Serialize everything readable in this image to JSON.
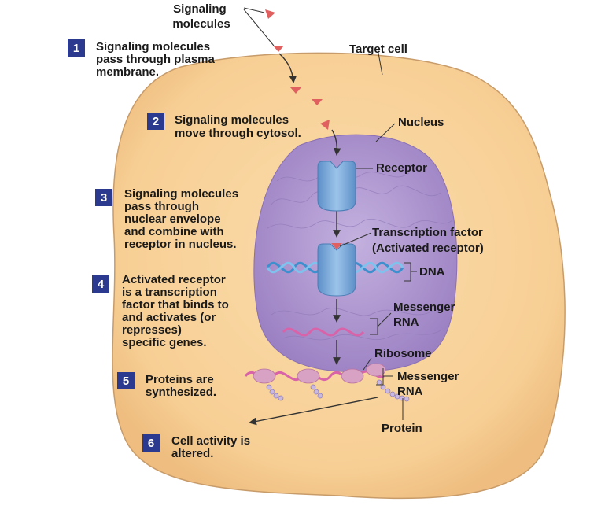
{
  "labels": {
    "signaling": [
      "Signaling",
      "molecules"
    ],
    "target_cell": "Target cell",
    "nucleus": "Nucleus",
    "receptor": "Receptor",
    "transcription_factor": [
      "Transcription factor",
      "(Activated receptor)"
    ],
    "dna": "DNA",
    "mrna_nucleus": [
      "Messenger",
      "RNA"
    ],
    "ribosome": "Ribosome",
    "mrna_cytosol": [
      "Messenger",
      "RNA"
    ],
    "protein": "Protein"
  },
  "steps": [
    {
      "num": "1",
      "lines": [
        "Signaling molecules",
        "pass through plasma",
        "membrane."
      ]
    },
    {
      "num": "2",
      "lines": [
        "Signaling molecules",
        "move through cytosol."
      ]
    },
    {
      "num": "3",
      "lines": [
        "Signaling molecules",
        "pass through",
        "nuclear envelope",
        "and combine with",
        "receptor in nucleus."
      ]
    },
    {
      "num": "4",
      "lines": [
        "Activated receptor",
        "is a transcription",
        "factor that binds to",
        "and activates (or",
        "represses)",
        "specific genes."
      ]
    },
    {
      "num": "5",
      "lines": [
        "Proteins are",
        "synthesized."
      ]
    },
    {
      "num": "6",
      "lines": [
        "Cell activity is",
        "altered."
      ]
    }
  ],
  "colors": {
    "cytoplasm": "#f7cf95",
    "cell_outline": "#c89c6a",
    "nucleus": "#a98fc9",
    "receptor": "#7aa9d9",
    "dna": "#4f9fd6",
    "rna": "#d963a8",
    "molecule": "#e06060",
    "step_box": "#2b3a8f"
  }
}
